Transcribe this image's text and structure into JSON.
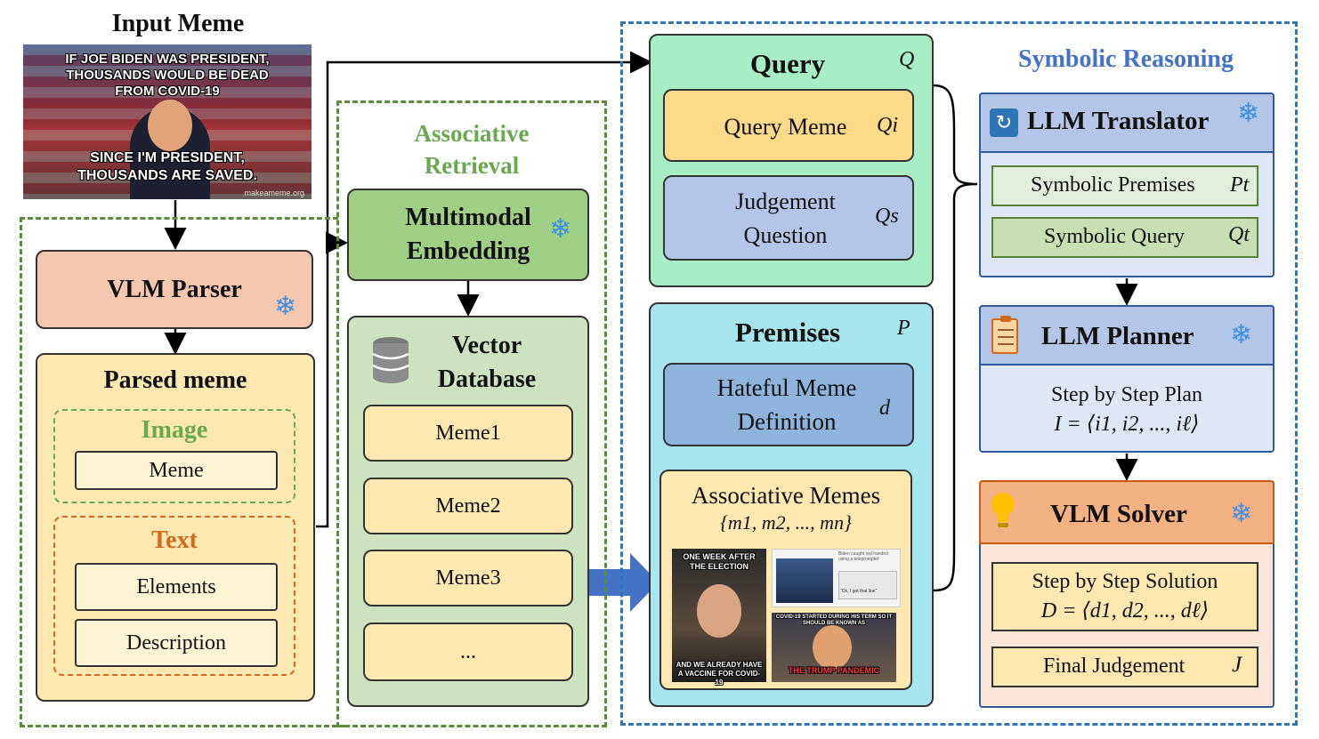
{
  "input": {
    "title": "Input Meme",
    "meme_top": "IF JOE BIDEN WAS PRESIDENT, THOUSANDS WOULD BE DEAD FROM COVID-19",
    "meme_bottom": "SINCE I'M PRESIDENT, THOUSANDS ARE SAVED.",
    "watermark": "makeameme.org"
  },
  "parser": {
    "label": "VLM Parser"
  },
  "parsed": {
    "title": "Parsed meme",
    "image_title": "Image",
    "image_item": "Meme",
    "text_title": "Text",
    "text_items": [
      "Elements",
      "Description"
    ]
  },
  "retrieval": {
    "title_line1": "Associative",
    "title_line2": "Retrieval",
    "embed_line1": "Multimodal",
    "embed_line2": "Embedding",
    "db_line1": "Vector",
    "db_line2": "Database",
    "items": [
      "Meme1",
      "Meme2",
      "Meme3",
      "..."
    ]
  },
  "query": {
    "title": "Query",
    "symbol": "Q",
    "meme_label": "Query Meme",
    "meme_symbol": "Qi",
    "judge_line1": "Judgement",
    "judge_line2": "Question",
    "judge_symbol": "Qs"
  },
  "premises": {
    "title": "Premises",
    "symbol": "P",
    "def_line1": "Hateful Meme",
    "def_line2": "Definition",
    "def_symbol": "d",
    "assoc_title": "Associative Memes",
    "assoc_set": "{m1, m2, ..., mn}",
    "thumb1_top": "ONE WEEK AFTER THE ELECTION",
    "thumb1_bottom": "AND WE ALREADY HAVE A VACCINE FOR COVID-19",
    "thumb2_text": "Biden caught red handed using a teleprompter",
    "thumb2_caption": "\"Ok, I got that line\"",
    "thumb3_top": "COVID-19 STARTED DURING HIS TERM SO IT SHOULD BE KNOWN AS",
    "thumb3_bottom": "THE TRUMP PANDEMIC"
  },
  "symbolic": {
    "title": "Symbolic Reasoning",
    "translator": "LLM Translator",
    "premises_label": "Symbolic Premises",
    "premises_symbol": "Pt",
    "query_label": "Symbolic Query",
    "query_symbol": "Qt",
    "planner": "LLM Planner",
    "plan_line1": "Step by Step Plan",
    "plan_line2": "I = ⟨i1, i2, ..., iℓ⟩",
    "solver": "VLM Solver",
    "solution_line1": "Step by Step Solution",
    "solution_line2": "D = ⟨d1, d2, ..., dℓ⟩",
    "final_label": "Final Judgement",
    "final_symbol": "J"
  },
  "colors": {
    "green_dash": "#5b8c3a",
    "blue_dash": "#2e75b6",
    "orange_dash": "#d2691e",
    "snowflake": "#3d8fe0"
  },
  "icons": [
    "snowflake-icon",
    "database-icon",
    "refresh-icon",
    "clipboard-icon",
    "lightbulb-icon"
  ]
}
